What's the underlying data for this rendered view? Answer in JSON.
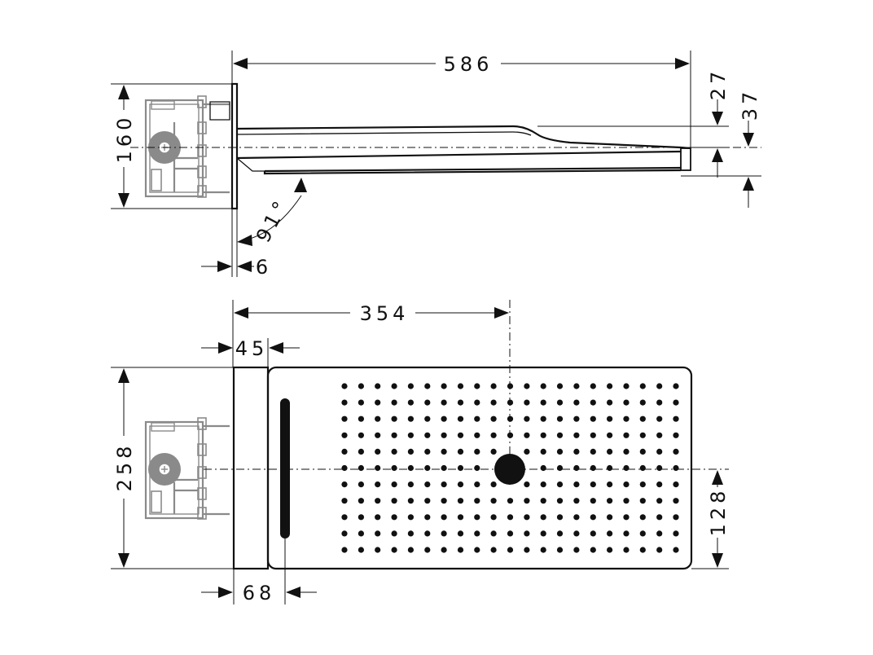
{
  "side_view": {
    "dimensions": {
      "length": "586",
      "height_top": "27",
      "height_bottom": "37",
      "box_height": "160",
      "angle": "91°",
      "plate": "6"
    }
  },
  "top_view": {
    "dimensions": {
      "offset": "354",
      "flange": "45",
      "width": "258",
      "half_width": "128",
      "mount": "68"
    }
  },
  "colors": {
    "line": "#111111",
    "valve_body": "#8a8a8a"
  }
}
